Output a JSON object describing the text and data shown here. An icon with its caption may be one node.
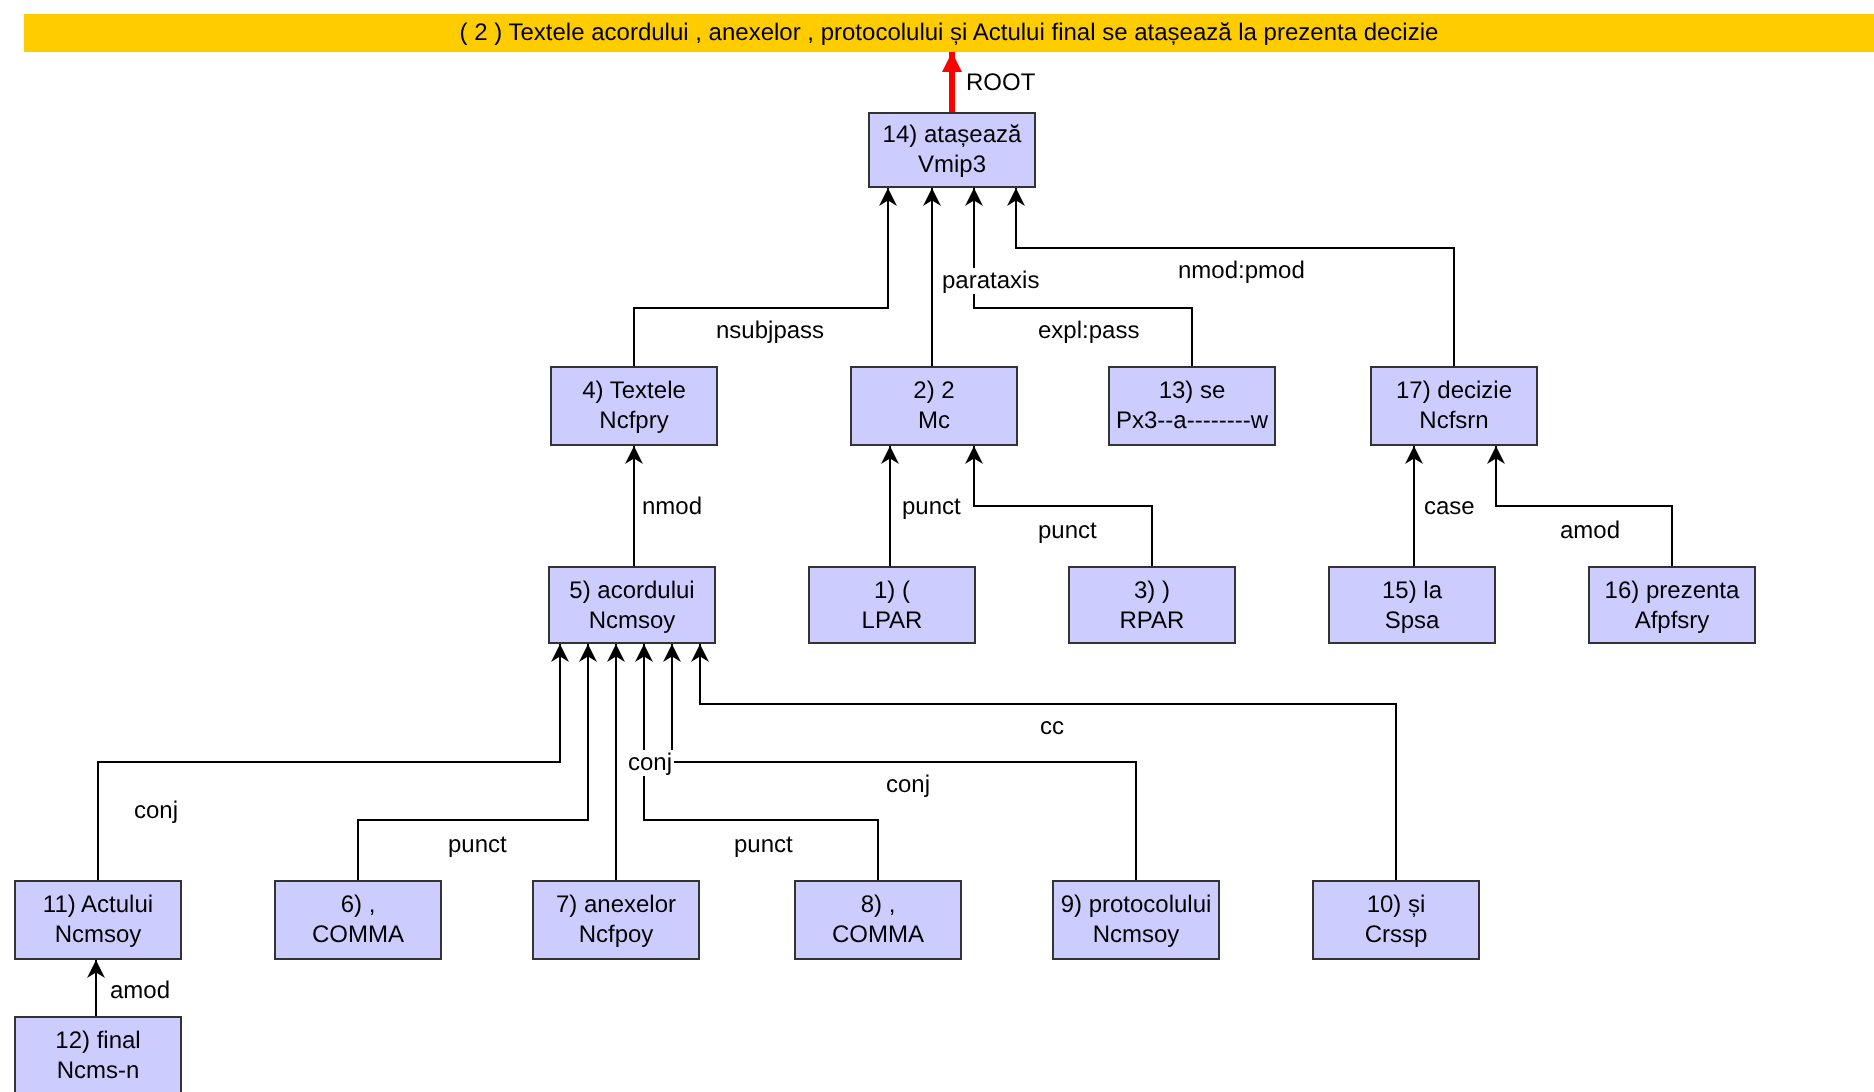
{
  "diagram": {
    "nodes": [
      {
        "text": [
          "( 2 ) Textele acordului , anexelor , protocolului și Actului final se atașează la prezenta decizie"
        ]
      },
      {
        "text": [
          "14) atașează",
          "Vmip3"
        ]
      },
      {
        "text": [
          "4) Textele",
          "Ncfpry"
        ]
      },
      {
        "text": [
          "2) 2",
          "Mc"
        ]
      },
      {
        "text": [
          "13) se",
          "Px3--a--------w"
        ]
      },
      {
        "text": [
          "17) decizie",
          "Ncfsrn"
        ]
      },
      {
        "text": [
          "5) acordului",
          "Ncmsoy"
        ]
      },
      {
        "text": [
          "1) (",
          "LPAR"
        ]
      },
      {
        "text": [
          "3) )",
          "RPAR"
        ]
      },
      {
        "text": [
          "15) la",
          "Spsa"
        ]
      },
      {
        "text": [
          "16) prezenta",
          "Afpfsry"
        ]
      },
      {
        "text": [
          "11) Actului",
          "Ncmsoy"
        ]
      },
      {
        "text": [
          "6) ,",
          "COMMA"
        ]
      },
      {
        "text": [
          "7) anexelor",
          "Ncfpoy"
        ]
      },
      {
        "text": [
          "8) ,",
          "COMMA"
        ]
      },
      {
        "text": [
          "9) protocolului",
          "Ncmsoy"
        ]
      },
      {
        "text": [
          "10) și",
          "Crssp"
        ]
      },
      {
        "text": [
          "12) final",
          "Ncms-n"
        ]
      }
    ],
    "edges": [
      {
        "from": 1,
        "to": 0,
        "arrow": "to",
        "label": "ROOT",
        "style": "thick",
        "color": "#ff0000"
      },
      {
        "from": 2,
        "to": 1,
        "arrow": "to",
        "label": "nsubjpass"
      },
      {
        "from": 3,
        "to": 1,
        "arrow": "to",
        "label": "parataxis"
      },
      {
        "from": 4,
        "to": 1,
        "arrow": "to",
        "label": "expl:pass"
      },
      {
        "from": 5,
        "to": 1,
        "arrow": "to",
        "label": "nmod:pmod"
      },
      {
        "from": 6,
        "to": 2,
        "arrow": "to",
        "label": "nmod"
      },
      {
        "from": 7,
        "to": 3,
        "arrow": "to",
        "label": "punct"
      },
      {
        "from": 8,
        "to": 3,
        "arrow": "to",
        "label": "punct"
      },
      {
        "from": 9,
        "to": 5,
        "arrow": "to",
        "label": "case"
      },
      {
        "from": 10,
        "to": 5,
        "arrow": "to",
        "label": "amod"
      },
      {
        "from": 11,
        "to": 6,
        "arrow": "to",
        "label": "conj"
      },
      {
        "from": 12,
        "to": 6,
        "arrow": "to",
        "label": "punct"
      },
      {
        "from": 13,
        "to": 6,
        "arrow": "to",
        "label": "conj"
      },
      {
        "from": 14,
        "to": 6,
        "arrow": "to",
        "label": "punct"
      },
      {
        "from": 15,
        "to": 6,
        "arrow": "to",
        "label": "conj"
      },
      {
        "from": 16,
        "to": 6,
        "arrow": "to",
        "label": "cc"
      },
      {
        "from": 17,
        "to": 11,
        "arrow": "to",
        "label": "amod"
      }
    ]
  }
}
